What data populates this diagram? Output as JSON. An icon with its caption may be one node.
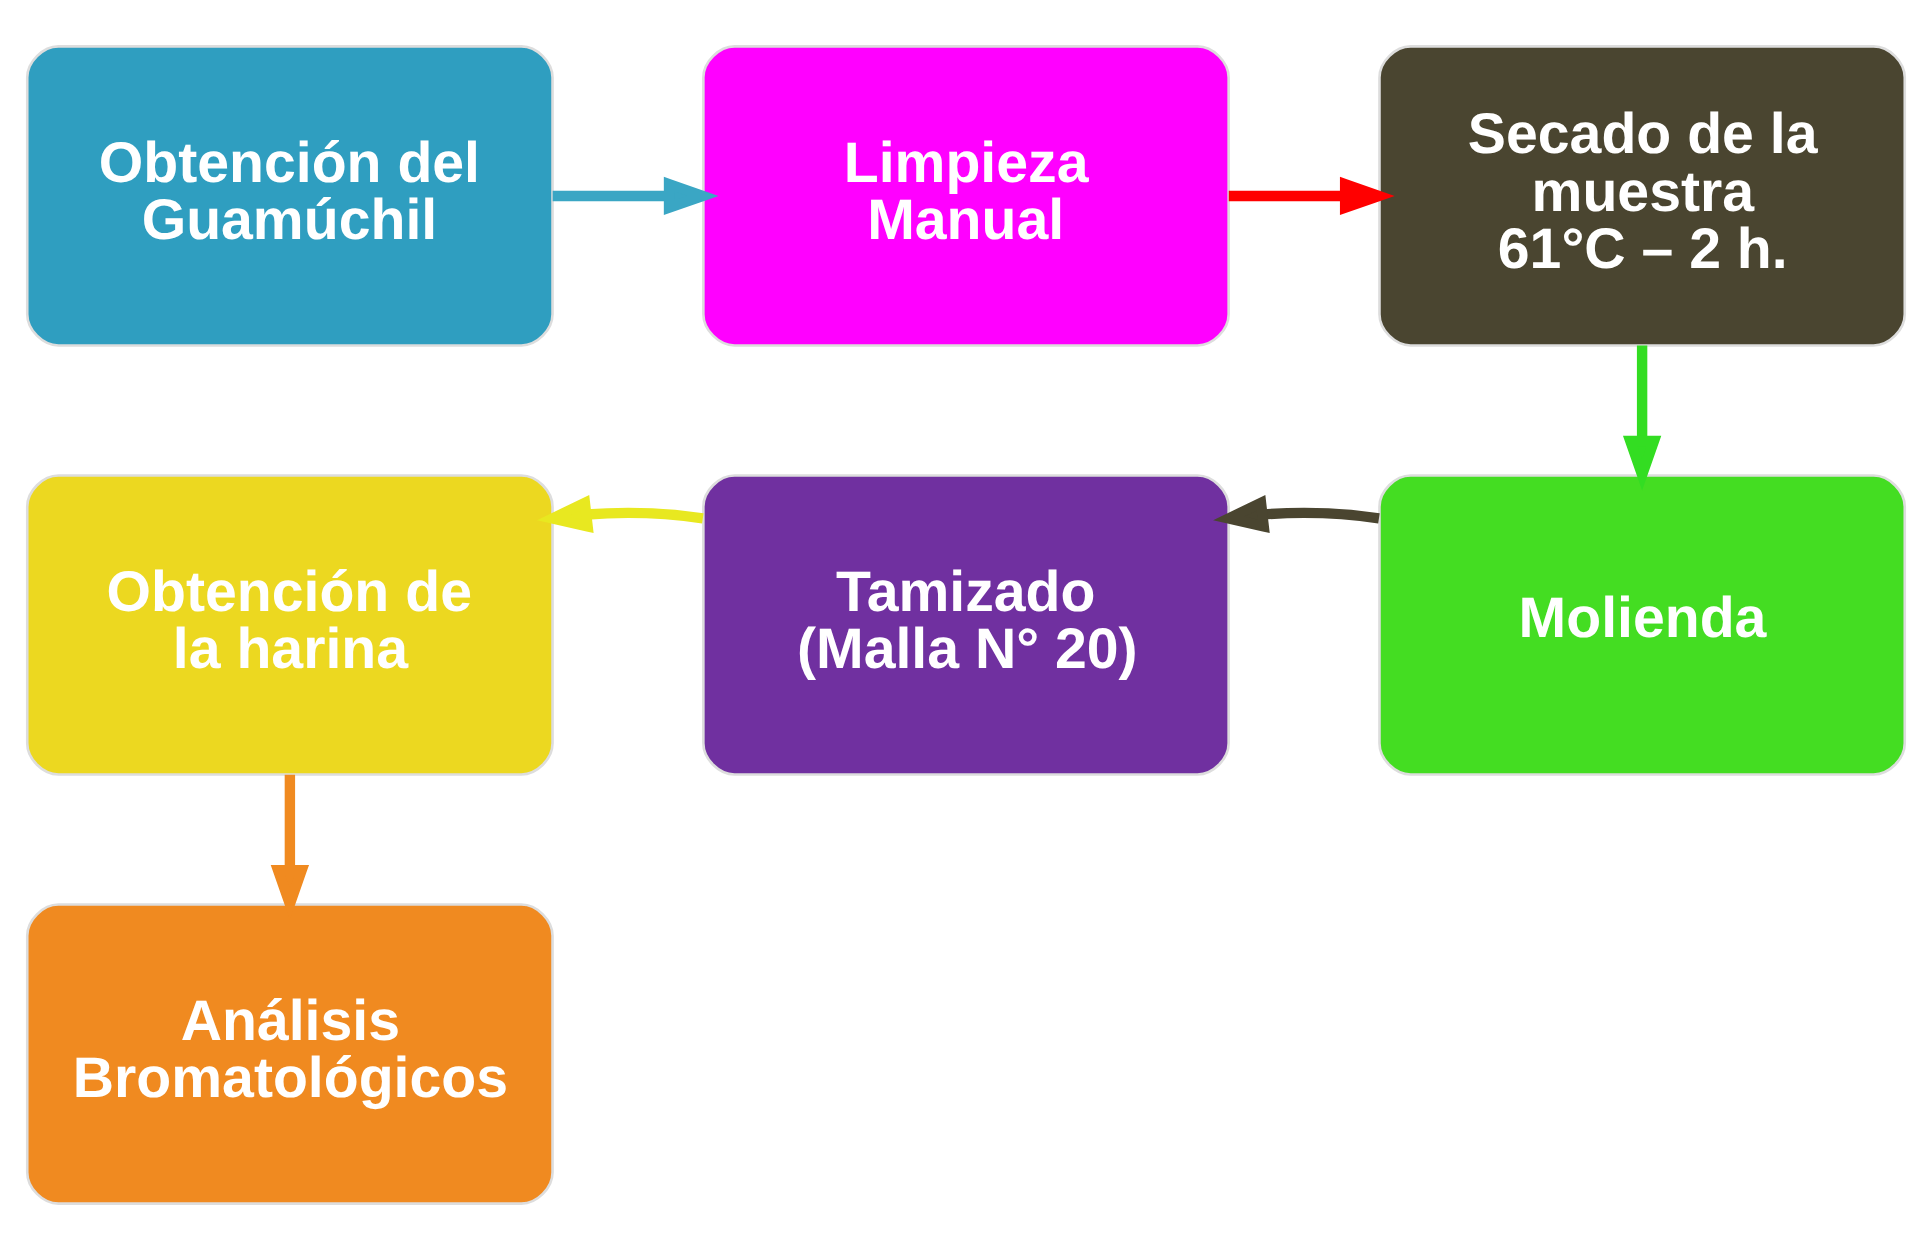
{
  "diagram": {
    "nodes": [
      {
        "text": [
          "Obtención del Guamúchil"
        ]
      },
      {
        "text": [
          "Limpieza Manual"
        ]
      },
      {
        "text": [
          "Secado de la muestra",
          "61°C – 2 h."
        ]
      },
      {
        "text": [
          "Molienda"
        ]
      },
      {
        "text": [
          "Tamizado",
          "(Malla N° 20)"
        ]
      },
      {
        "text": [
          "Obtención de la harina"
        ]
      },
      {
        "text": [
          "Análisis Bromatológicos"
        ]
      }
    ],
    "edges": [
      {
        "from": 0,
        "to": 1,
        "arrow": "to",
        "color": "#3aa6c4"
      },
      {
        "from": 1,
        "to": 2,
        "arrow": "to",
        "color": "#ff0000"
      },
      {
        "from": 2,
        "to": 3,
        "arrow": "to",
        "color": "#33dd22"
      },
      {
        "from": 3,
        "to": 4,
        "arrow": "to",
        "color": "#4a4530"
      },
      {
        "from": 4,
        "to": 5,
        "arrow": "to",
        "color": "#e8e820"
      },
      {
        "from": 5,
        "to": 6,
        "arrow": "to",
        "color": "#f08a20"
      }
    ]
  }
}
